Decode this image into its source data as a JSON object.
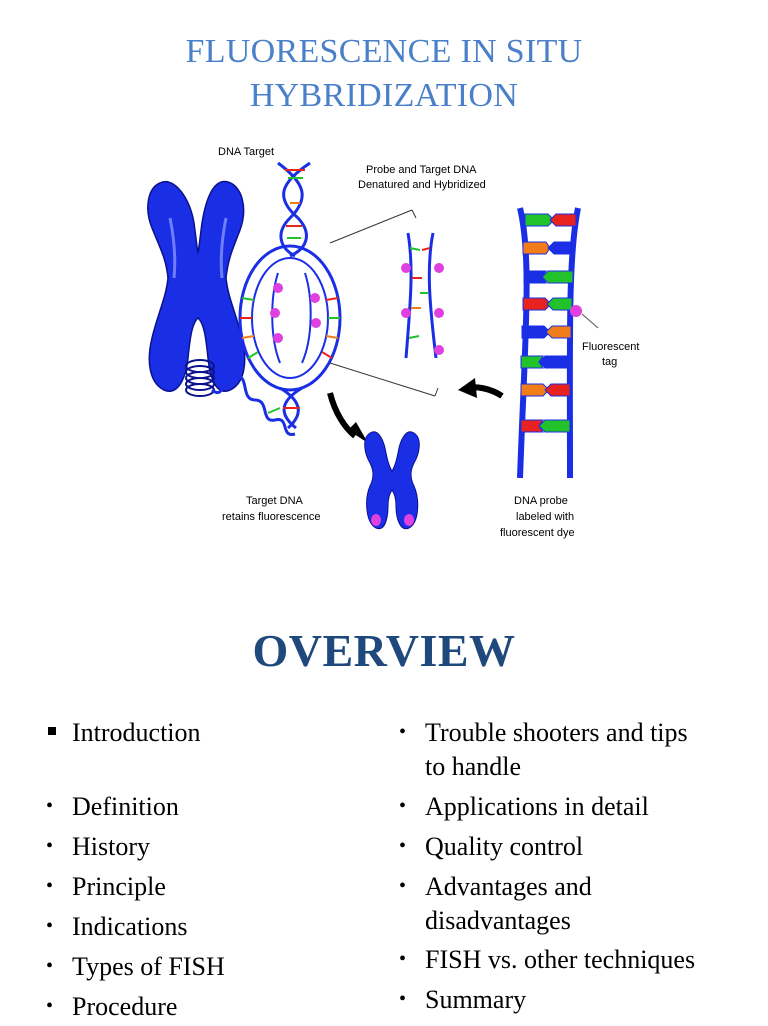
{
  "slide1": {
    "title_line1": "FLUORESCENCE IN SITU",
    "title_line2": "HYBRIDIZATION",
    "diagram": {
      "label_dna_target": "DNA Target",
      "label_probe_line1": "Probe and Target DNA",
      "label_probe_line2": "Denatured and Hybridized",
      "label_tag_line1": "Fluorescent",
      "label_tag_line2": "tag",
      "label_target_line1": "Target DNA",
      "label_target_line2": "retains fluorescence",
      "label_probe_dna_line1": "DNA probe",
      "label_probe_dna_line2": "labeled with",
      "label_probe_dna_line3": "fluorescent dye"
    }
  },
  "slide2": {
    "heading": "OVERVIEW",
    "left_items": [
      {
        "bullet": "square",
        "text": "Introduction"
      },
      {
        "bullet": "dot",
        "text": "Definition"
      },
      {
        "bullet": "dot",
        "text": "History"
      },
      {
        "bullet": "dot",
        "text": "Principle"
      },
      {
        "bullet": "dot",
        "text": "Indications"
      },
      {
        "bullet": "dot",
        "text": "Types of FISH"
      },
      {
        "bullet": "dot",
        "text": "Procedure"
      }
    ],
    "right_items": [
      {
        "line1": "Trouble shooters and tips",
        "line2": "to handle"
      },
      {
        "line1": "Applications in detail",
        "line2": ""
      },
      {
        "line1": "Quality control",
        "line2": ""
      },
      {
        "line1": "Advantages and",
        "line2": "disadvantages"
      },
      {
        "line1": "FISH vs. other techniques",
        "line2": ""
      },
      {
        "line1": "Summary",
        "line2": ""
      }
    ]
  },
  "colors": {
    "title": "#4a7fc9",
    "heading": "#1f497d",
    "dna_blue": "#1a2ee6",
    "dye_magenta": "#e040e0",
    "base_red": "#e8231f",
    "base_green": "#22c22a",
    "base_orange": "#f07d1a"
  }
}
